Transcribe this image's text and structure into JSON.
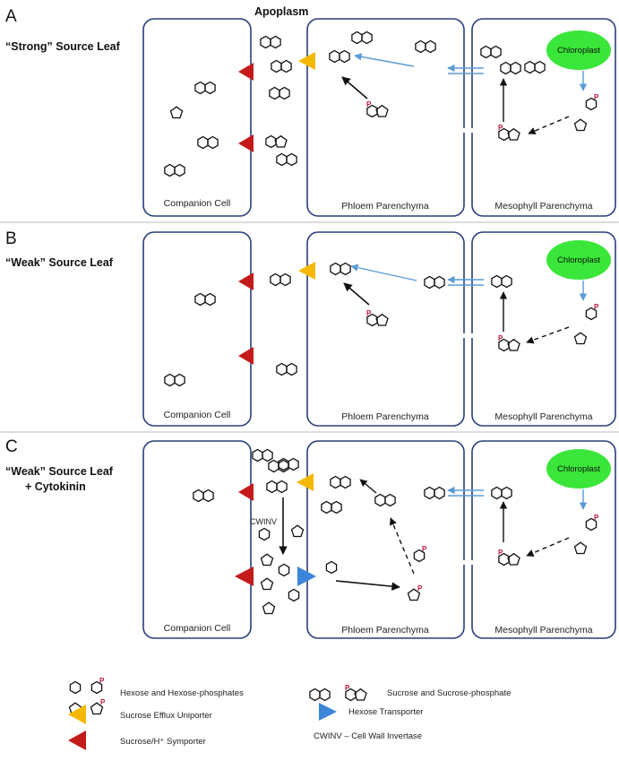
{
  "apoplasm_label": "Apoplasm",
  "chloroplast_label": "Chloroplast",
  "phosphate_mark": "P",
  "cwinv_label": "CWINV",
  "cell_labels": {
    "companion": "Companion Cell",
    "phloem": "Phloem Parenchyma",
    "mesophyll": "Mesophyll Parenchyma"
  },
  "panels": [
    {
      "letter": "A",
      "title": "“Strong” Source Leaf",
      "title_line2": ""
    },
    {
      "letter": "B",
      "title": "“Weak” Source Leaf",
      "title_line2": ""
    },
    {
      "letter": "C",
      "title": "“Weak” Source Leaf",
      "title_line2": "+ Cytokinin"
    }
  ],
  "legend": {
    "hexose": "Hexose and Hexose-phosphates",
    "sucrose": "Sucrose and Sucrose-phosphate",
    "efflux": "Sucrose Efflux Uniporter",
    "hexose_transporter": "Hexose Transporter",
    "symporter": "Sucrose/H⁺ Symporter",
    "cwinv": "CWINV – Cell Wall Invertase"
  },
  "colors": {
    "cell_border": "#2a3f7a",
    "chloroplast": "#39e639",
    "efflux_uniporter": "#f5b800",
    "symporter": "#c41a1a",
    "hexose_transporter": "#3b86d8",
    "flow_arrow": "#5b9bd5",
    "phosphate": "#c0143c"
  }
}
